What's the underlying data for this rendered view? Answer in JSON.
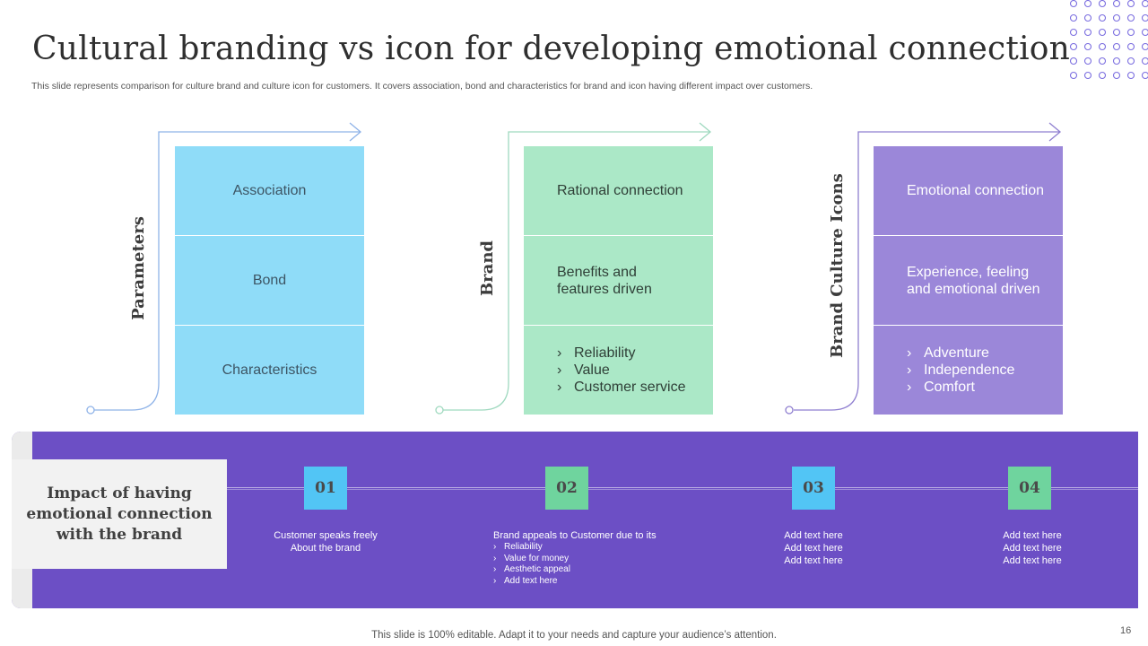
{
  "slide": {
    "title": "Cultural branding vs icon for developing emotional connection",
    "subtitle": "This slide represents comparison for culture brand and culture icon for customers. It covers association, bond and characteristics for brand and icon having different impact over customers.",
    "footer": "This slide is 100% editable. Adapt it to your needs and capture your audience’s attention.",
    "page_number": "16"
  },
  "colors": {
    "parameters": "#8fdcf8",
    "brand": "#abe8c7",
    "icons": "#9b87d9",
    "band": "#6c4fc5",
    "frame_blue": "#8fb3e8",
    "frame_green": "#9fd9bf",
    "frame_purple": "#8f7fd0"
  },
  "columns": {
    "parameters": {
      "label": "Parameters",
      "rows": [
        "Association",
        "Bond",
        "Characteristics"
      ]
    },
    "brand": {
      "label": "Brand",
      "rows": [
        "Rational connection",
        "Benefits and features driven"
      ],
      "bullets": [
        "Reliability",
        "Value",
        "Customer service"
      ]
    },
    "icons": {
      "label": "Brand Culture Icons",
      "rows": [
        "Emotional connection",
        "Experience, feeling and emotional driven"
      ],
      "bullets": [
        "Adventure",
        "Independence",
        "Comfort"
      ]
    }
  },
  "impact": {
    "title": "Impact of having emotional connection with the brand",
    "steps": [
      {
        "number": "01",
        "color": "#52c5f5",
        "text": "Customer speaks freely About the brand"
      },
      {
        "number": "02",
        "color": "#6fd49e",
        "text": "Brand appeals to Customer due to its",
        "bullets": [
          "Reliability",
          "Value for money",
          "Aesthetic appeal",
          "Add text here"
        ]
      },
      {
        "number": "03",
        "color": "#52c5f5",
        "lines": [
          "Add text here",
          "Add text here",
          "Add text here"
        ]
      },
      {
        "number": "04",
        "color": "#6fd49e",
        "lines": [
          "Add text here",
          "Add text here",
          "Add text here"
        ]
      }
    ]
  }
}
